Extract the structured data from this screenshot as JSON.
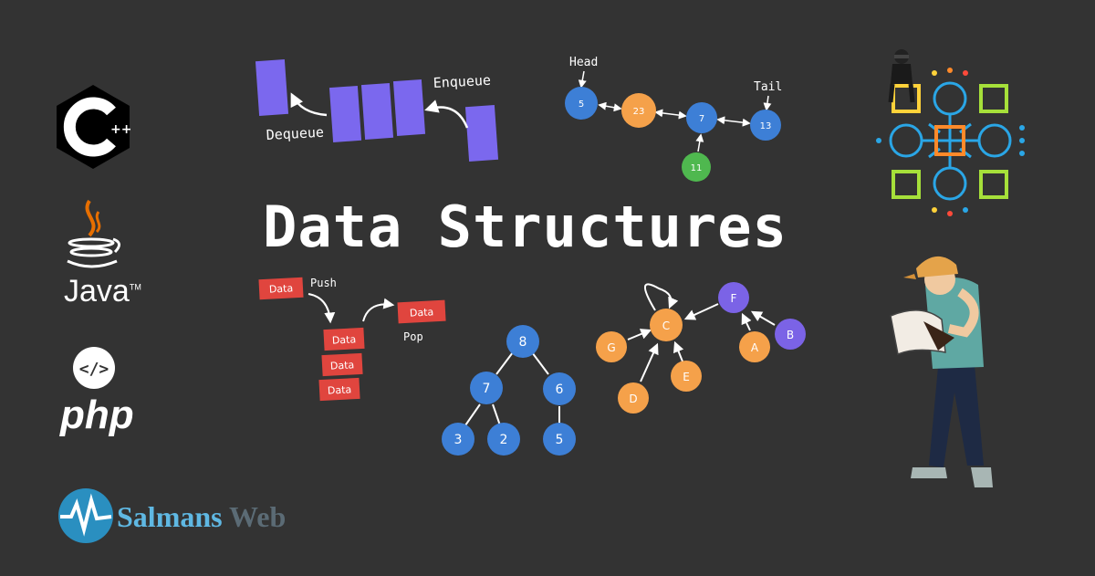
{
  "title": "Data Structures",
  "logos": {
    "java": "Java",
    "java_tm": "TM",
    "php": "php",
    "php_tag": "</>",
    "cpp_plus": "++"
  },
  "brand": {
    "part1": "Salmans",
    "part2": "Web"
  },
  "queue": {
    "enqueue": "Enqueue",
    "dequeue": "Dequeue"
  },
  "linked_list": {
    "head": "Head",
    "tail": "Tail",
    "nodes": [
      "5",
      "23",
      "7",
      "13",
      "11"
    ]
  },
  "stack": {
    "push": "Push",
    "pop": "Pop",
    "item": "Data"
  },
  "tree": {
    "nodes": [
      "8",
      "7",
      "6",
      "3",
      "2",
      "5"
    ]
  },
  "graph": {
    "nodes": [
      "C",
      "F",
      "G",
      "A",
      "B",
      "E",
      "D"
    ]
  },
  "colors": {
    "background": "#333333",
    "queue_block": "#7b68ee",
    "node_blue": "#3d7fd6",
    "node_orange": "#f5a14a",
    "node_green": "#4fb84f",
    "node_purple": "#7b63e6",
    "stack_red": "#e0453e"
  }
}
